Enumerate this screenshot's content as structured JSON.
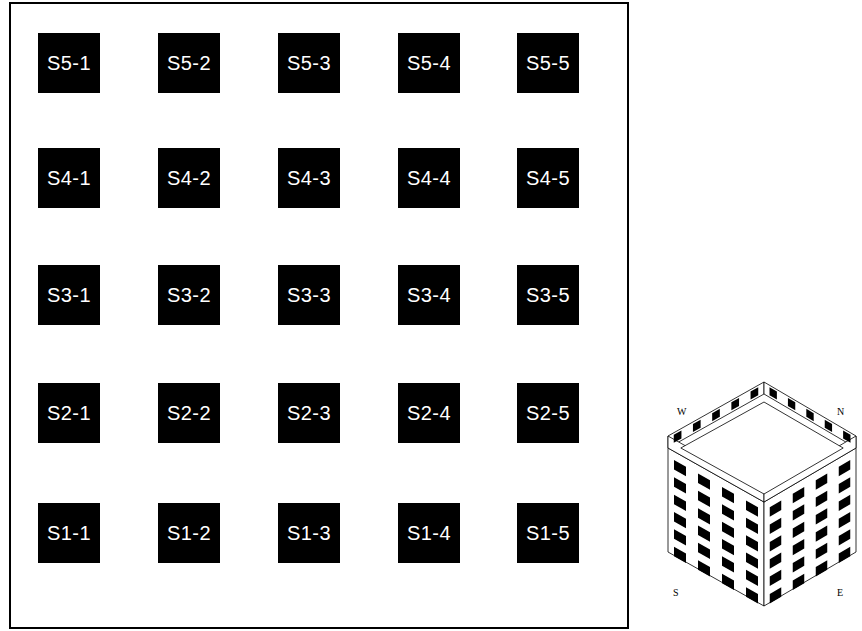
{
  "diagram": {
    "nodes": [
      {
        "text": [
          "S5-1"
        ]
      },
      {
        "text": [
          "S5-2"
        ]
      },
      {
        "text": [
          "S5-3"
        ]
      },
      {
        "text": [
          "S5-4"
        ]
      },
      {
        "text": [
          "S5-5"
        ]
      },
      {
        "text": [
          "S4-1"
        ]
      },
      {
        "text": [
          "S4-2"
        ]
      },
      {
        "text": [
          "S4-3"
        ]
      },
      {
        "text": [
          "S4-4"
        ]
      },
      {
        "text": [
          "S4-5"
        ]
      },
      {
        "text": [
          "S3-1"
        ]
      },
      {
        "text": [
          "S3-2"
        ]
      },
      {
        "text": [
          "S3-3"
        ]
      },
      {
        "text": [
          "S3-4"
        ]
      },
      {
        "text": [
          "S3-5"
        ]
      },
      {
        "text": [
          "S2-1"
        ]
      },
      {
        "text": [
          "S2-2"
        ]
      },
      {
        "text": [
          "S2-3"
        ]
      },
      {
        "text": [
          "S2-4"
        ]
      },
      {
        "text": [
          "S2-5"
        ]
      },
      {
        "text": [
          "S1-1"
        ]
      },
      {
        "text": [
          "S1-2"
        ]
      },
      {
        "text": [
          "S1-3"
        ]
      },
      {
        "text": [
          "S1-4"
        ]
      },
      {
        "text": [
          "S1-5"
        ]
      }
    ],
    "labels": [
      "W",
      "N",
      "S",
      "E"
    ]
  }
}
